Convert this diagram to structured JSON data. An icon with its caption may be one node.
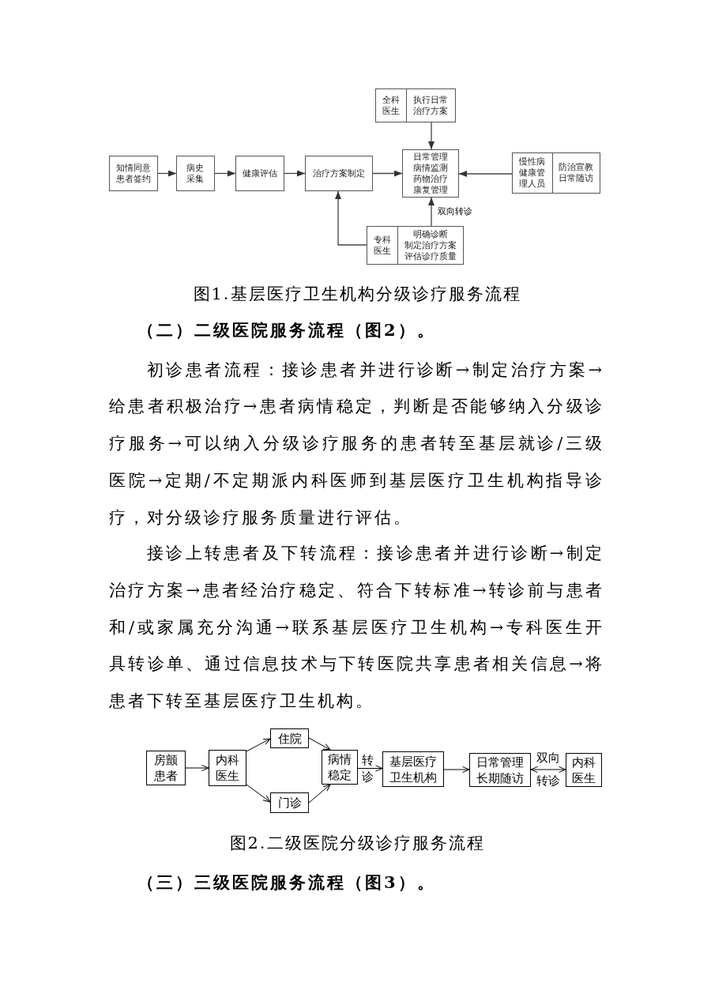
{
  "diagram": {
    "nodes": [
      {
        "text": [
          "知情同意患者签约"
        ]
      },
      {
        "text": [
          "病史采集"
        ]
      },
      {
        "text": [
          "健康评估"
        ]
      },
      {
        "text": [
          "治疗方案制定"
        ]
      },
      {
        "text": [
          "日常管理",
          "病情监测",
          "药物治疗",
          "康复管理"
        ]
      },
      {
        "text": [
          "全科医生",
          "执行日常治疗方案"
        ]
      },
      {
        "text": [
          "慢性病健康管理人员",
          "防治宣教",
          "日常随访"
        ]
      },
      {
        "text": [
          "专科医生",
          "明确诊断",
          "制定治疗方案",
          "评估诊疗质量"
        ]
      },
      {
        "text": [
          "房颤患者"
        ]
      },
      {
        "text": [
          "内科医生"
        ]
      },
      {
        "text": [
          "住院"
        ]
      },
      {
        "text": [
          "门诊"
        ]
      },
      {
        "text": [
          "病情稳定"
        ]
      },
      {
        "text": [
          "基层医疗卫生机构"
        ]
      },
      {
        "text": [
          "日常管理长期随访"
        ]
      },
      {
        "text": [
          "内科医生"
        ]
      }
    ],
    "edges": [
      {
        "from": 0,
        "to": 1,
        "arrow": "to"
      },
      {
        "from": 1,
        "to": 2,
        "arrow": "to"
      },
      {
        "from": 2,
        "to": 3,
        "arrow": "to"
      },
      {
        "from": 3,
        "to": 4,
        "arrow": "to"
      },
      {
        "from": 5,
        "to": 4,
        "arrow": "to"
      },
      {
        "from": 6,
        "to": 4,
        "arrow": "to"
      },
      {
        "from": 7,
        "to": 4,
        "arrow": "to",
        "label": "双向转诊"
      },
      {
        "from": 7,
        "to": 3,
        "arrow": "to"
      },
      {
        "from": 8,
        "to": 9,
        "arrow": "to"
      },
      {
        "from": 9,
        "to": 10,
        "arrow": "to"
      },
      {
        "from": 9,
        "to": 11,
        "arrow": "to"
      },
      {
        "from": 10,
        "to": 12,
        "arrow": "to"
      },
      {
        "from": 11,
        "to": 12,
        "arrow": "to"
      },
      {
        "from": 12,
        "to": 13,
        "arrow": "to",
        "label": "转诊"
      },
      {
        "from": 13,
        "to": 14,
        "arrow": "to"
      },
      {
        "from": 14,
        "to": 15,
        "arrow": "both",
        "label": "双向转诊"
      }
    ],
    "labels": [
      "图1.基层医疗卫生机构分级诊疗服务流程",
      "（二）二级医院服务流程（图2）。",
      "初诊患者流程：接诊患者并进行诊断→制定治疗方案→给患者积极治疗→患者病情稳定，判断是否能够纳入分级诊疗服务→可以纳入分级诊疗服务的患者转至基层就诊/三级医院→定期/不定期派内科医师到基层医疗卫生机构指导诊疗，对分级诊疗服务质量进行评估。",
      "接诊上转患者及下转流程：接诊患者并进行诊断→制定治疗方案→患者经治疗稳定、符合下转标准→转诊前与患者和/或家属充分沟通→联系基层医疗卫生机构→专科医生开具转诊单、通过信息技术与下转医院共享患者相关信息→将患者下转至基层医疗卫生机构。",
      "图2.二级医院分级诊疗服务流程",
      "（三）三级医院服务流程（图3）。"
    ]
  }
}
